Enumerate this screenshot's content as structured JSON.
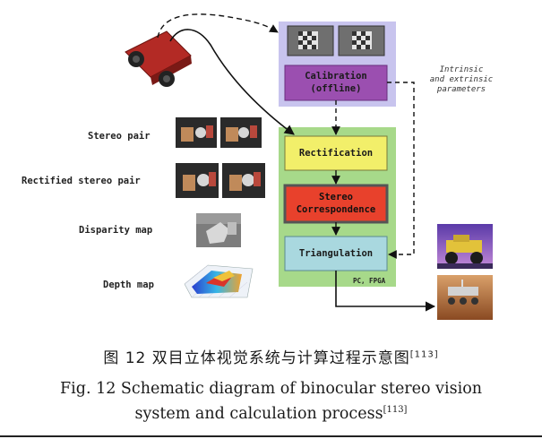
{
  "diagram": {
    "left_labels": {
      "stereo_pair": "Stereo pair",
      "rectified_stereo_pair": "Rectified stereo pair",
      "disparity_map": "Disparity map",
      "depth_map": "Depth map"
    },
    "boxes": {
      "calibration_line1": "Calibration",
      "calibration_line2": "(offline)",
      "rectification": "Rectification",
      "stereo_line1": "Stereo",
      "stereo_line2": "Correspondence",
      "triangulation": "Triangulation"
    },
    "parameters_note_line1": "Intrinsic",
    "parameters_note_line2": "and extrinsic",
    "parameters_note_line3": "parameters",
    "platform_label": "PC, FPGA",
    "colors": {
      "calibration_panel": "#c8c4ee",
      "calibration_box": "#9b4fb0",
      "green_panel": "#a7d98a",
      "rectification_box": "#f2ef6a",
      "stereo_box": "#e8412c",
      "triangulation_box": "#a9d8df",
      "camera_body": "#b32a25"
    }
  },
  "caption": {
    "zh_text": "图 12  双目立体视觉系统与计算过程示意图",
    "zh_ref": "[113]",
    "en_line1": "Fig. 12  Schematic diagram of binocular stereo vision",
    "en_line2": "system and calculation process",
    "en_ref": "[113]"
  }
}
